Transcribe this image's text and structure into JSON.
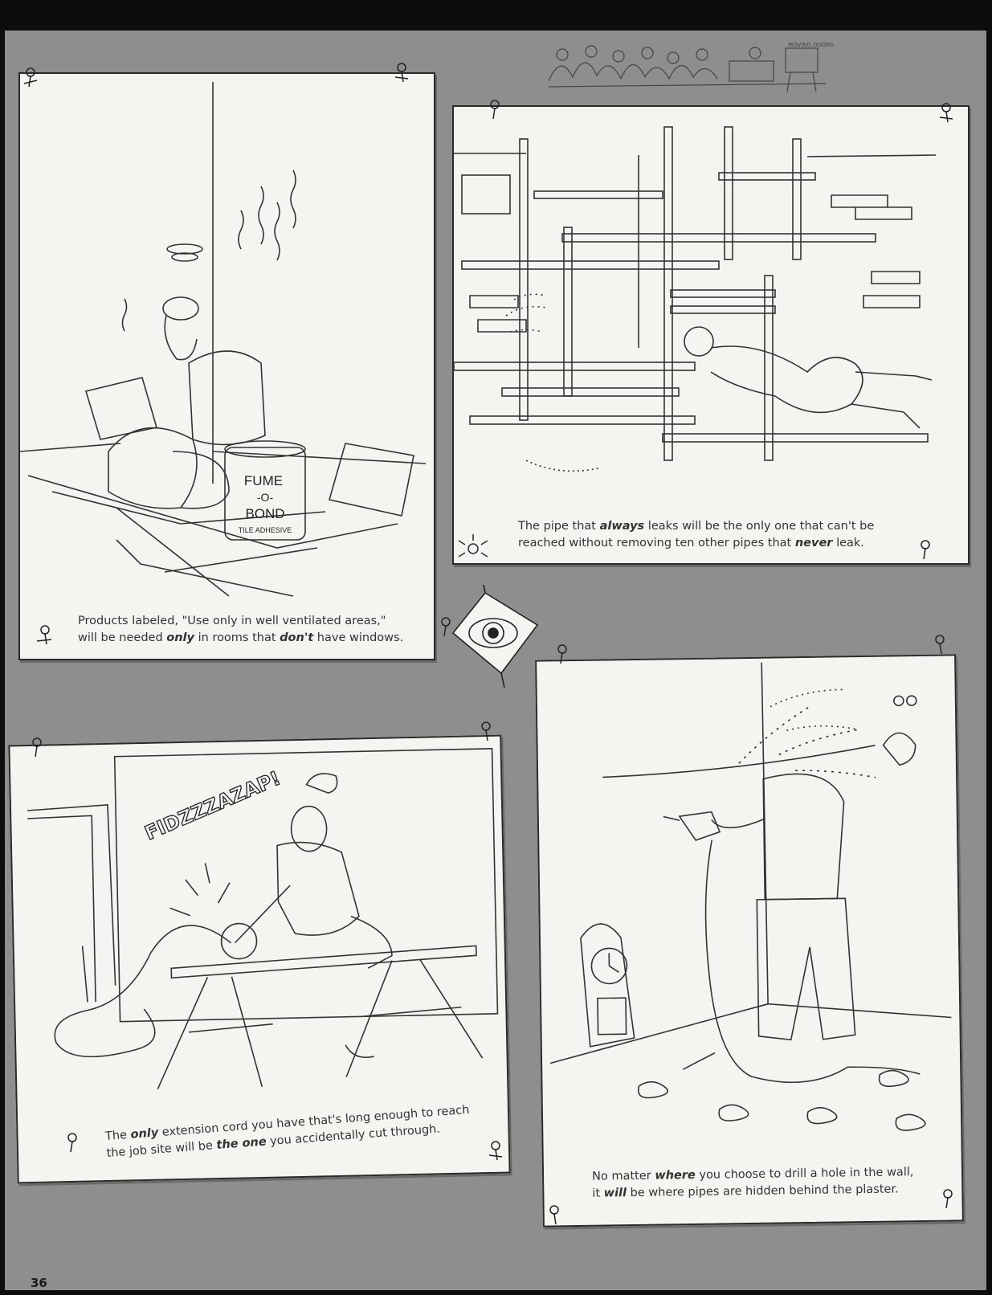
{
  "page": {
    "number": "36"
  },
  "header": {
    "sign_text": "MOVING DOORS"
  },
  "panels": [
    {
      "id": "fume",
      "caption_line1": [
        "Products labeled, \"Use only in well ventilated areas,\""
      ],
      "caption_line2": [
        "will be needed ",
        "only",
        " in rooms that ",
        "don't",
        " have windows."
      ],
      "can_text": [
        "FUME",
        "-O-",
        "BOND",
        "TILE ADHESIVE"
      ]
    },
    {
      "id": "pipes",
      "caption_line1": [
        "The pipe that ",
        "always",
        " leaks will be the only one that can't be"
      ],
      "caption_line2": [
        "reached without removing ten other pipes that ",
        "never",
        " leak."
      ]
    },
    {
      "id": "cord",
      "sound_effect": "FIDZZZAZAP!",
      "caption_line1": [
        "The ",
        "only",
        " extension cord you have that's long enough to reach"
      ],
      "caption_line2": [
        "the job site will be ",
        "the one",
        " you accidentally cut through."
      ]
    },
    {
      "id": "drill",
      "caption_line1": [
        "No matter ",
        "where",
        " you choose to drill a hole in the wall,"
      ],
      "caption_line2": [
        "it ",
        "will",
        " be where pipes are hidden behind the plaster."
      ]
    }
  ]
}
